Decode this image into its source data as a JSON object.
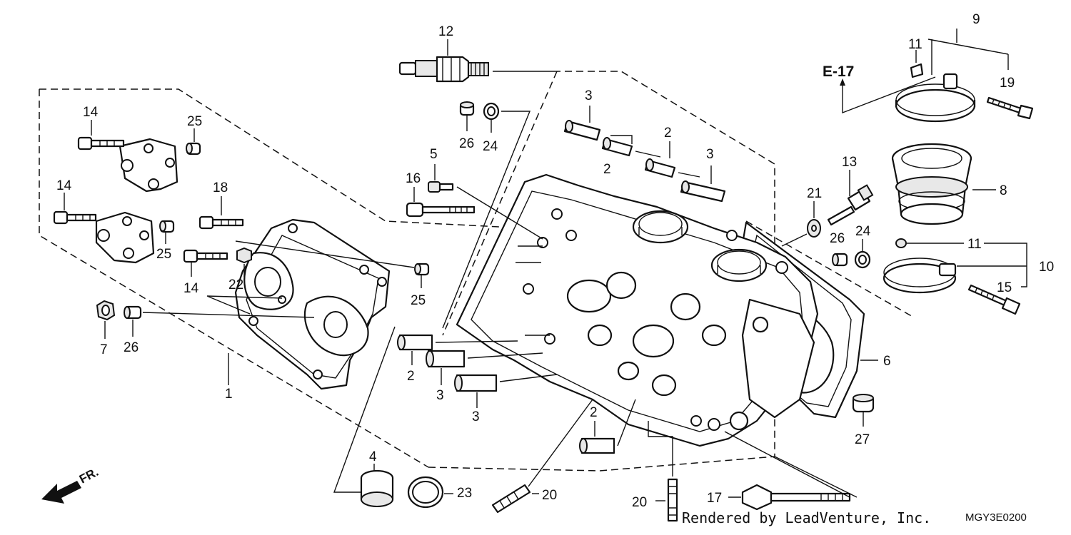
{
  "reference": "E-17",
  "direction_label": "FR.",
  "credit": "Rendered by LeadVenture, Inc.",
  "diagram_code": "MGY3E0200",
  "callouts": {
    "c1": "1",
    "c2a": "2",
    "c2b": "2",
    "c2c": "2",
    "c2d": "2",
    "c3a": "3",
    "c3b": "3",
    "c3c": "3",
    "c3d": "3",
    "c4": "4",
    "c5": "5",
    "c6": "6",
    "c7": "7",
    "c8": "8",
    "c9": "9",
    "c10": "10",
    "c11a": "11",
    "c11b": "11",
    "c12": "12",
    "c13": "13",
    "c14a": "14",
    "c14b": "14",
    "c14c": "14",
    "c15": "15",
    "c16": "16",
    "c17": "17",
    "c18": "18",
    "c19": "19",
    "c20a": "20",
    "c20b": "20",
    "c21": "21",
    "c22": "22",
    "c23": "23",
    "c24a": "24",
    "c24b": "24",
    "c25a": "25",
    "c25b": "25",
    "c25c": "25",
    "c26a": "26",
    "c26b": "26",
    "c26c": "26",
    "c27": "27"
  }
}
